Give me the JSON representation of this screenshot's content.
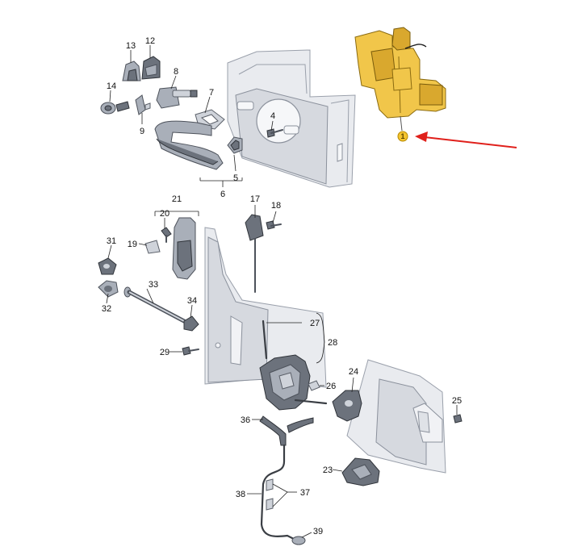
{
  "diagram": {
    "highlight": {
      "marker_label": "1",
      "marker_color": "#f4c430",
      "arrow_color": "#e0201b"
    },
    "callouts": [
      {
        "id": "c1",
        "text": "1"
      },
      {
        "id": "c4",
        "text": "4"
      },
      {
        "id": "c5",
        "text": "5"
      },
      {
        "id": "c6",
        "text": "6"
      },
      {
        "id": "c7",
        "text": "7"
      },
      {
        "id": "c8",
        "text": "8"
      },
      {
        "id": "c9",
        "text": "9"
      },
      {
        "id": "c12",
        "text": "12"
      },
      {
        "id": "c13",
        "text": "13"
      },
      {
        "id": "c14",
        "text": "14"
      },
      {
        "id": "c17",
        "text": "17"
      },
      {
        "id": "c18",
        "text": "18"
      },
      {
        "id": "c19",
        "text": "19"
      },
      {
        "id": "c20",
        "text": "20"
      },
      {
        "id": "c21",
        "text": "21"
      },
      {
        "id": "c23",
        "text": "23"
      },
      {
        "id": "c24",
        "text": "24"
      },
      {
        "id": "c25",
        "text": "25"
      },
      {
        "id": "c26",
        "text": "26"
      },
      {
        "id": "c27",
        "text": "27"
      },
      {
        "id": "c28",
        "text": "28"
      },
      {
        "id": "c29",
        "text": "29"
      },
      {
        "id": "c31",
        "text": "31"
      },
      {
        "id": "c32",
        "text": "32"
      },
      {
        "id": "c33",
        "text": "33"
      },
      {
        "id": "c34",
        "text": "34"
      },
      {
        "id": "c36",
        "text": "36"
      },
      {
        "id": "c37",
        "text": "37"
      },
      {
        "id": "c38",
        "text": "38"
      },
      {
        "id": "c39",
        "text": "39"
      }
    ]
  }
}
